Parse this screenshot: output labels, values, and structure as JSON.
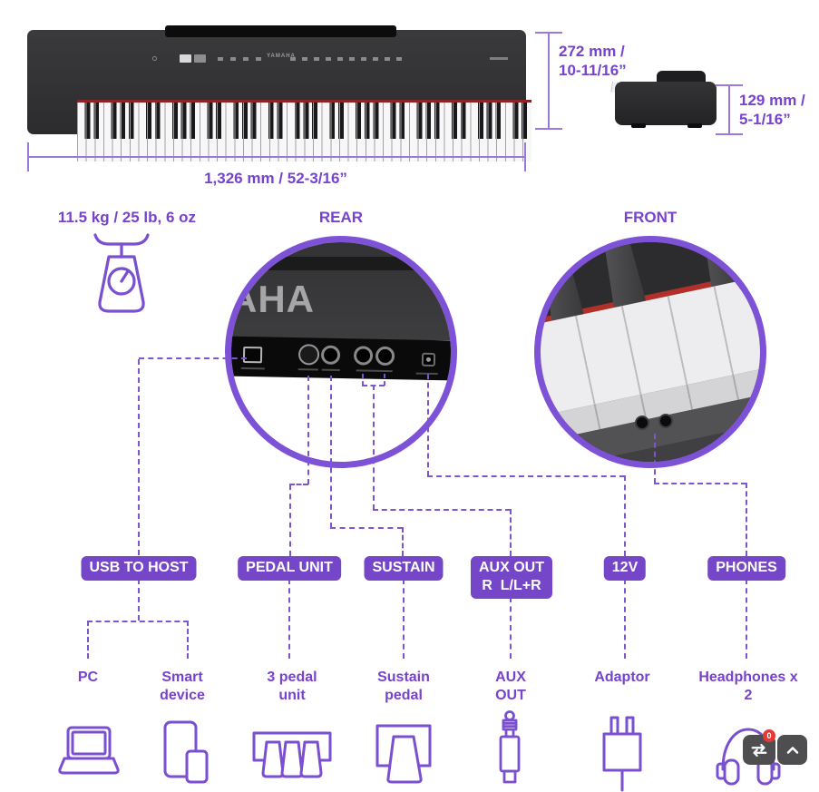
{
  "brand": {
    "logo_partial": "AHA",
    "logo_top": "YAMAHA"
  },
  "dimensions": {
    "height_line1": "272 mm /",
    "height_line2": "10-11/16”",
    "depth_line1": "129 mm /",
    "depth_line2": "5-1/16”",
    "width": "1,326 mm / 52-3/16”",
    "weight": "11.5 kg / 25 lb, 6 oz"
  },
  "views": {
    "rear": "REAR",
    "front": "FRONT"
  },
  "ports": [
    {
      "badge": "USB TO HOST"
    },
    {
      "badge": "PEDAL UNIT"
    },
    {
      "badge": "SUSTAIN"
    },
    {
      "badge": "AUX OUT",
      "badge_line2": "R  L/L+R"
    },
    {
      "badge": "12V"
    },
    {
      "badge": "PHONES"
    }
  ],
  "devices": [
    {
      "label": "PC",
      "icon": "laptop-icon"
    },
    {
      "label": "Smart device",
      "icon": "smart-device-icon"
    },
    {
      "label": "3 pedal unit",
      "icon": "pedal-unit-icon"
    },
    {
      "label": "Sustain pedal",
      "icon": "sustain-pedal-icon"
    },
    {
      "label": "AUX OUT",
      "icon": "aux-jack-icon"
    },
    {
      "label": "Adaptor",
      "icon": "adaptor-icon"
    },
    {
      "label": "Headphones x 2",
      "icon": "headphones-icon"
    }
  ],
  "fab": {
    "compare_count": "0"
  },
  "colors": {
    "accent_purple": "#7546c8",
    "badge_red": "#e53935"
  }
}
